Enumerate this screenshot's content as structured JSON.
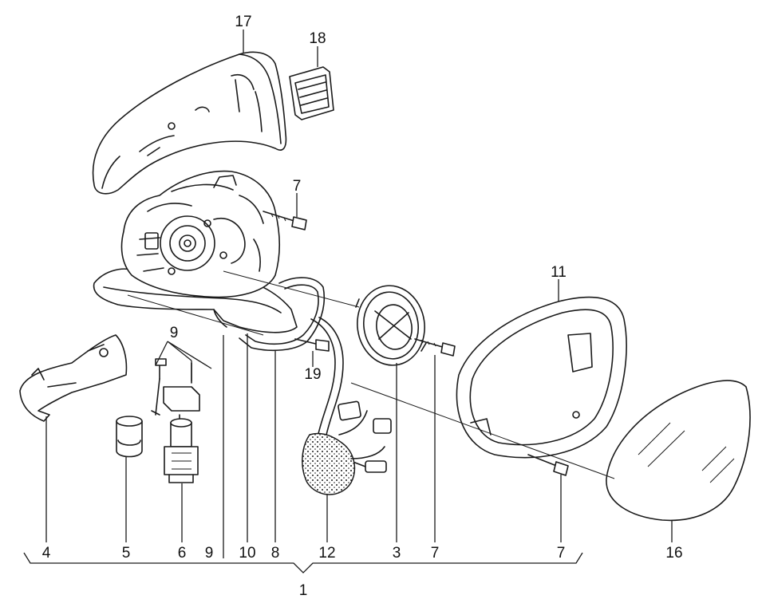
{
  "callouts": {
    "c17": "17",
    "c18": "18",
    "c7a": "7",
    "c11": "11",
    "c9top": "9",
    "c19": "19",
    "c4": "4",
    "c5": "5",
    "c6": "6",
    "c9": "9",
    "c10": "10",
    "c8": "8",
    "c12": "12",
    "c3": "3",
    "c7b": "7",
    "c7c": "7",
    "c16": "16",
    "c1": "1"
  },
  "colors": {
    "line": "#1a1a1a",
    "background": "#ffffff"
  }
}
